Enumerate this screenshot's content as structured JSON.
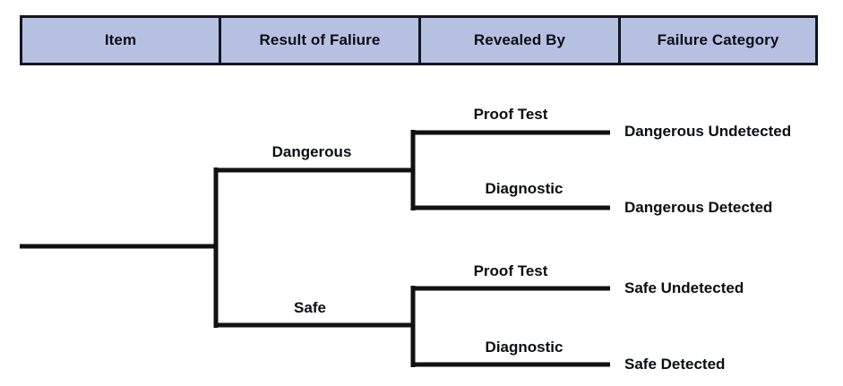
{
  "header": {
    "columns": [
      {
        "label": "Item"
      },
      {
        "label": "Result of Faliure"
      },
      {
        "label": "Revealed By"
      },
      {
        "label": "Failure Category"
      }
    ],
    "fill_color": "#b6c1e2",
    "border_color": "#11161f",
    "text_color": "#0a0d14"
  },
  "diagram": {
    "type": "tree",
    "line_color": "#111111",
    "root": {
      "label": ""
    },
    "level1": [
      {
        "label": "Dangerous"
      },
      {
        "label": "Safe"
      }
    ],
    "level2": [
      {
        "label": "Proof Test"
      },
      {
        "label": "Diagnostic"
      },
      {
        "label": "Proof Test"
      },
      {
        "label": "Diagnostic"
      }
    ],
    "leaves": [
      {
        "label": "Dangerous Undetected"
      },
      {
        "label": "Dangerous Detected"
      },
      {
        "label": "Safe Undetected"
      },
      {
        "label": "Safe Detected"
      }
    ]
  }
}
